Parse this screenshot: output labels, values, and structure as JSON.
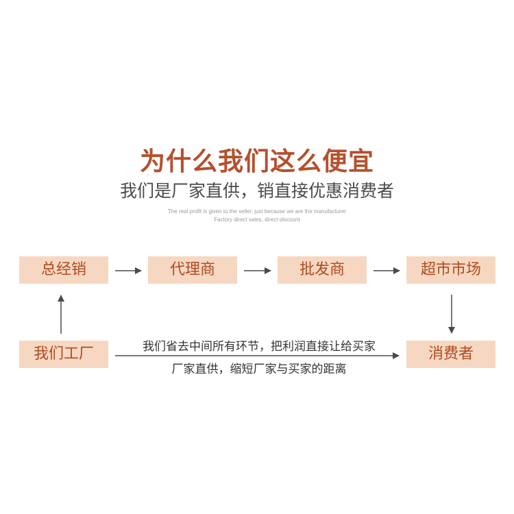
{
  "header": {
    "title": "为什么我们这么便宜",
    "subtitle": "我们是厂家直供，销直接优惠消费者",
    "english_line1": "The real profit is given to the seller, just because we are the manufacturer",
    "english_line2": "Factory direct sales, direct discount"
  },
  "flow": {
    "top_row": [
      "总经销",
      "代理商",
      "批发商",
      "超市市场"
    ],
    "factory": "我们工厂",
    "consumer": "消费者",
    "direct_text_line1": "我们省去中间所有环节，把利润直接让给买家",
    "direct_text_line2": "厂家直供，缩短厂家与买家的距离"
  },
  "colors": {
    "title": "#b5502d",
    "box_fill": "#f6d8c2",
    "box_text": "#b04a22",
    "arrow": "#4a4a4a"
  }
}
